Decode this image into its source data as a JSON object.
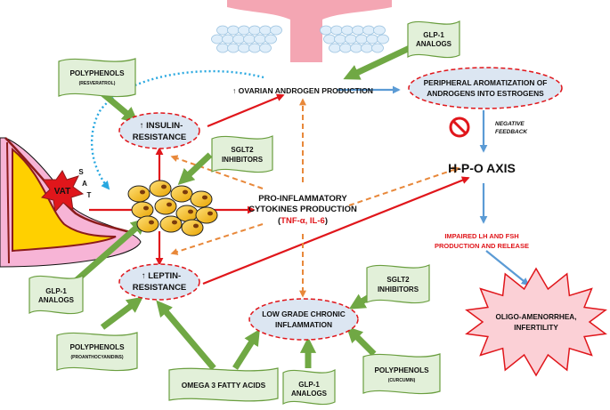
{
  "colors": {
    "red_arrow": "#e0161b",
    "blue_arrow": "#5b9bd5",
    "orange_dash": "#e8883a",
    "dotted_blue": "#29a8e0",
    "green_arrow": "#70a844",
    "flag_fill": "#e2f0d9",
    "flag_stroke": "#6a9e3f",
    "ellipse_fill": "#dce6f2",
    "ellipse_stroke": "#e0161b",
    "star_fill": "#fbd0d6",
    "body_fill": "#f7b4d6",
    "vat_fill": "#ffd000",
    "cell_fill": "#f5b800"
  },
  "icons": {
    "body": "abdomen-silhouette-icon",
    "ovary": "ovary-icon",
    "cells": "adipocyte-cluster-icon",
    "no_sign": "prohibition-icon"
  },
  "nodes": {
    "ovarian": "↑ OVARIAN ANDROGEN PRODUCTION",
    "peripheral": [
      "PERIPHERAL AROMATIZATION OF",
      "ANDROGENS INTO ESTROGENS"
    ],
    "insulin": [
      "↑ INSULIN-",
      "RESISTANCE"
    ],
    "leptin": [
      "↑ LEPTIN-",
      "RESISTANCE"
    ],
    "cytokines_line1": "PRO-INFLAMMATORY",
    "cytokines_line2": "CYTOKINES PRODUCTION",
    "cytokines_line3_open": "(",
    "cytokines_tnf": "TNF-α, IL-6",
    "cytokines_line3_close": ")",
    "hpo": "H-P-O AXIS",
    "negative": [
      "NEGATIVE",
      "FEEDBACK"
    ],
    "impaired": [
      "IMPAIRED LH AND FSH",
      "PRODUCTION AND RELEASE"
    ],
    "oligo": [
      "OLIGO-AMENORRHEA,",
      "INFERTILITY"
    ],
    "inflammation": [
      "LOW GRADE CHRONIC",
      "INFLAMMATION"
    ],
    "vat": "VAT",
    "sat": [
      "S",
      "A",
      "T"
    ]
  },
  "flags": {
    "glp1_top": [
      "GLP-1",
      "ANALOGS"
    ],
    "poly_resv": "POLYPHENOLS",
    "poly_resv_sub": "(RESVERATROL)",
    "sglt2_mid": [
      "SGLT2",
      "INHIBITORS"
    ],
    "glp1_left": [
      "GLP-1",
      "ANALOGS"
    ],
    "poly_proa": "POLYPHENOLS",
    "poly_proa_sub": "(PROANTHOCYANIDINS)",
    "omega": "OMEGA 3 FATTY ACIDS",
    "glp1_bottom": [
      "GLP-1",
      "ANALOGS"
    ],
    "sglt2_bottom": [
      "SGLT2",
      "INHIBITORS"
    ],
    "poly_curc": "POLYPHENOLS",
    "poly_curc_sub": "(CURCUMIN)"
  }
}
